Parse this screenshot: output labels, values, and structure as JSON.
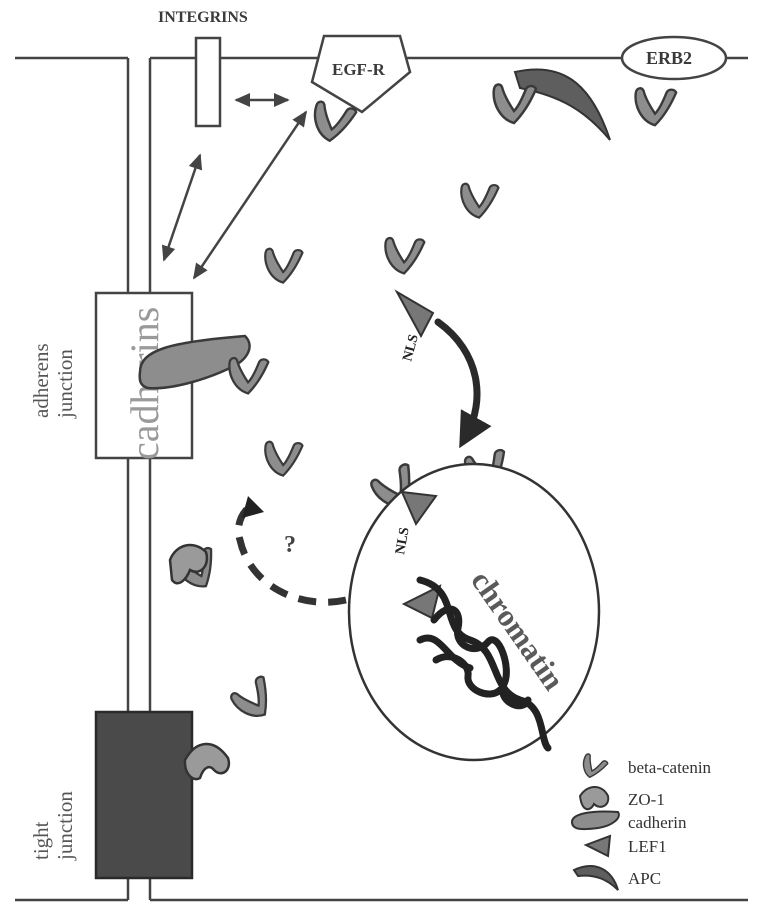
{
  "labels": {
    "integrins": "INTEGRINS",
    "egfr": "EGF-R",
    "erb2": "ERB2",
    "cadherins": "cadherins",
    "adherens_junction_line1": "adherens",
    "adherens_junction_line2": "junction",
    "tight_junction_line1": "tight",
    "tight_junction_line2": "junction",
    "nls_cytoplasm": "NLS",
    "nls_nucleus": "NLS",
    "chromatin": "chromatin",
    "question_mark": "?"
  },
  "legend": [
    {
      "symbol": "beta-catenin",
      "label": "beta-catenin"
    },
    {
      "symbol": "zo1",
      "label": "ZO-1"
    },
    {
      "symbol": "cadherin",
      "label": "cadherin"
    },
    {
      "symbol": "lef1",
      "label": "LEF1"
    },
    {
      "symbol": "apc",
      "label": "APC"
    }
  ],
  "colors": {
    "catenin_fill": "#8d8d8d",
    "outline": "#3a3a3a",
    "tight_junction_fill": "#4a4a4a",
    "apc_fill": "#5e5e5e"
  }
}
